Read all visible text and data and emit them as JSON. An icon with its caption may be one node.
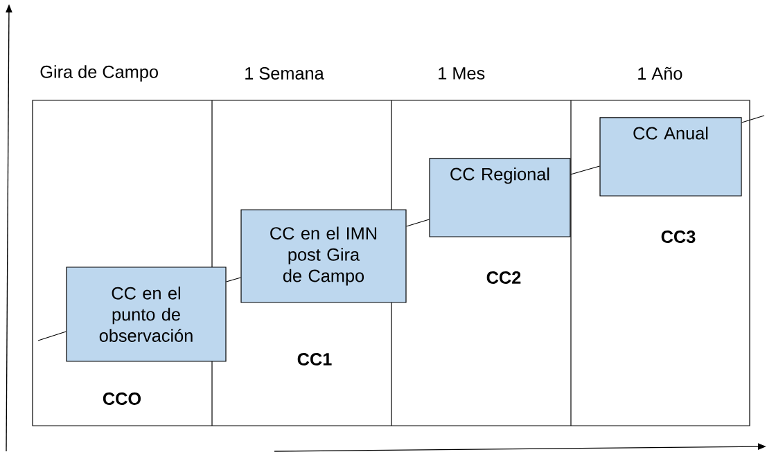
{
  "diagram": {
    "nodes": [
      {
        "text": [
          "CC en el punto de observación"
        ]
      },
      {
        "text": [
          "CC en el IMN post Gira de Campo"
        ]
      },
      {
        "text": [
          "CC Regional"
        ]
      },
      {
        "text": [
          "CC Anual"
        ]
      }
    ],
    "edges": [
      {
        "from": null,
        "to": 0,
        "arrow": "none"
      },
      {
        "from": 0,
        "to": 1,
        "arrow": "none"
      },
      {
        "from": 1,
        "to": 2,
        "arrow": "none"
      },
      {
        "from": 2,
        "to": 3,
        "arrow": "none"
      },
      {
        "from": 3,
        "to": null,
        "arrow": "none"
      }
    ],
    "labels": [
      "Gira de Campo",
      "1 Semana",
      "1 Mes",
      "1 Año",
      "**CCO**",
      "**CC1**",
      "**CC2**",
      "**CC3**"
    ]
  }
}
